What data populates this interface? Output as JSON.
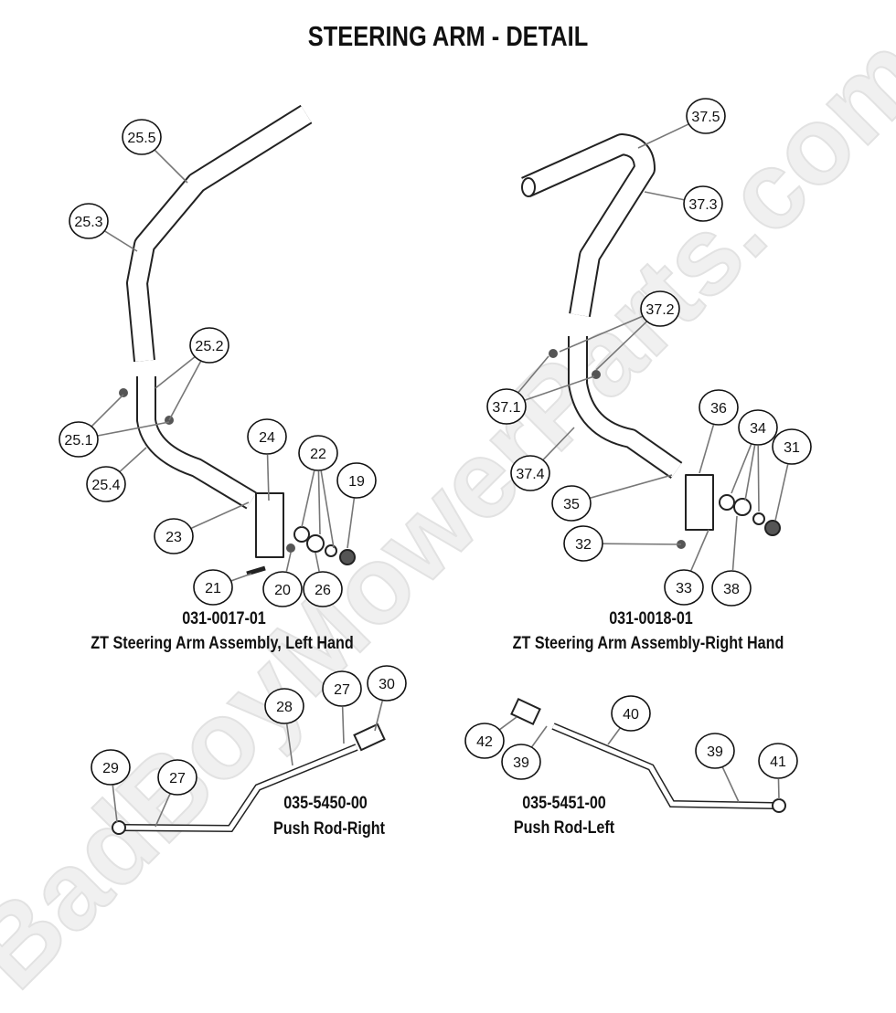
{
  "title": "STEERING ARM - DETAIL",
  "watermark": "BadBoyMowerParts.com",
  "assemblies": {
    "left": {
      "part_number": "031-0017-01",
      "name": "ZT Steering Arm Assembly, Left Hand"
    },
    "right": {
      "part_number": "031-0018-01",
      "name": "ZT Steering Arm Assembly-Right Hand"
    },
    "push_rod_right": {
      "part_number": "035-5450-00",
      "name": "Push Rod-Right"
    },
    "push_rod_left": {
      "part_number": "035-5451-00",
      "name": "Push Rod-Left"
    }
  },
  "callouts": [
    "25.5",
    "25.3",
    "25.2",
    "25.1",
    "25.4",
    "24",
    "22",
    "19",
    "23",
    "21",
    "20",
    "26",
    "37.5",
    "37.3",
    "37.2",
    "37.1",
    "36",
    "34",
    "31",
    "37.4",
    "35",
    "32",
    "33",
    "38",
    "28",
    "27",
    "30",
    "29",
    "27",
    "42",
    "39",
    "40",
    "39",
    "41"
  ]
}
